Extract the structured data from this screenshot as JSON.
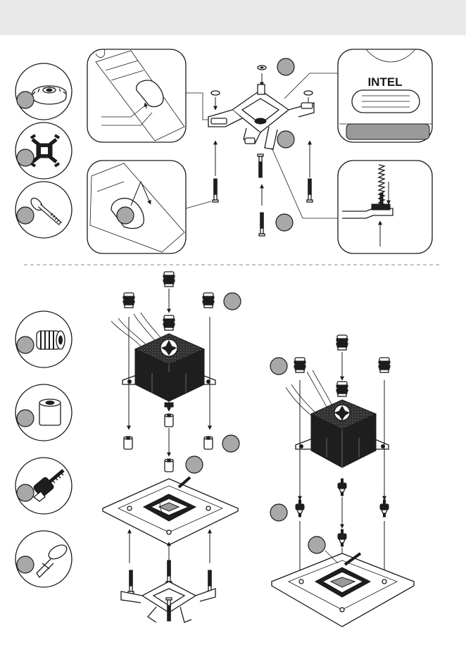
{
  "diagram": {
    "header_band": {
      "color": "#e9e9e9"
    },
    "detail_label": {
      "text": "INTEL"
    },
    "badge_color": "#a8a8a8",
    "line_color": "#1a1a1a",
    "parts_top": [
      {
        "name": "thumb-nut",
        "icon": "thumb-nut-icon"
      },
      {
        "name": "backplate",
        "icon": "backplate-icon"
      },
      {
        "name": "backplate-screw",
        "icon": "screw-icon"
      }
    ],
    "parts_bottom": [
      {
        "name": "spring-screw",
        "icon": "spring-screw-icon"
      },
      {
        "name": "standoff",
        "icon": "standoff-icon"
      },
      {
        "name": "thumb-screw",
        "icon": "thumb-screw-icon"
      },
      {
        "name": "push-pin",
        "icon": "push-pin-icon"
      }
    ]
  }
}
